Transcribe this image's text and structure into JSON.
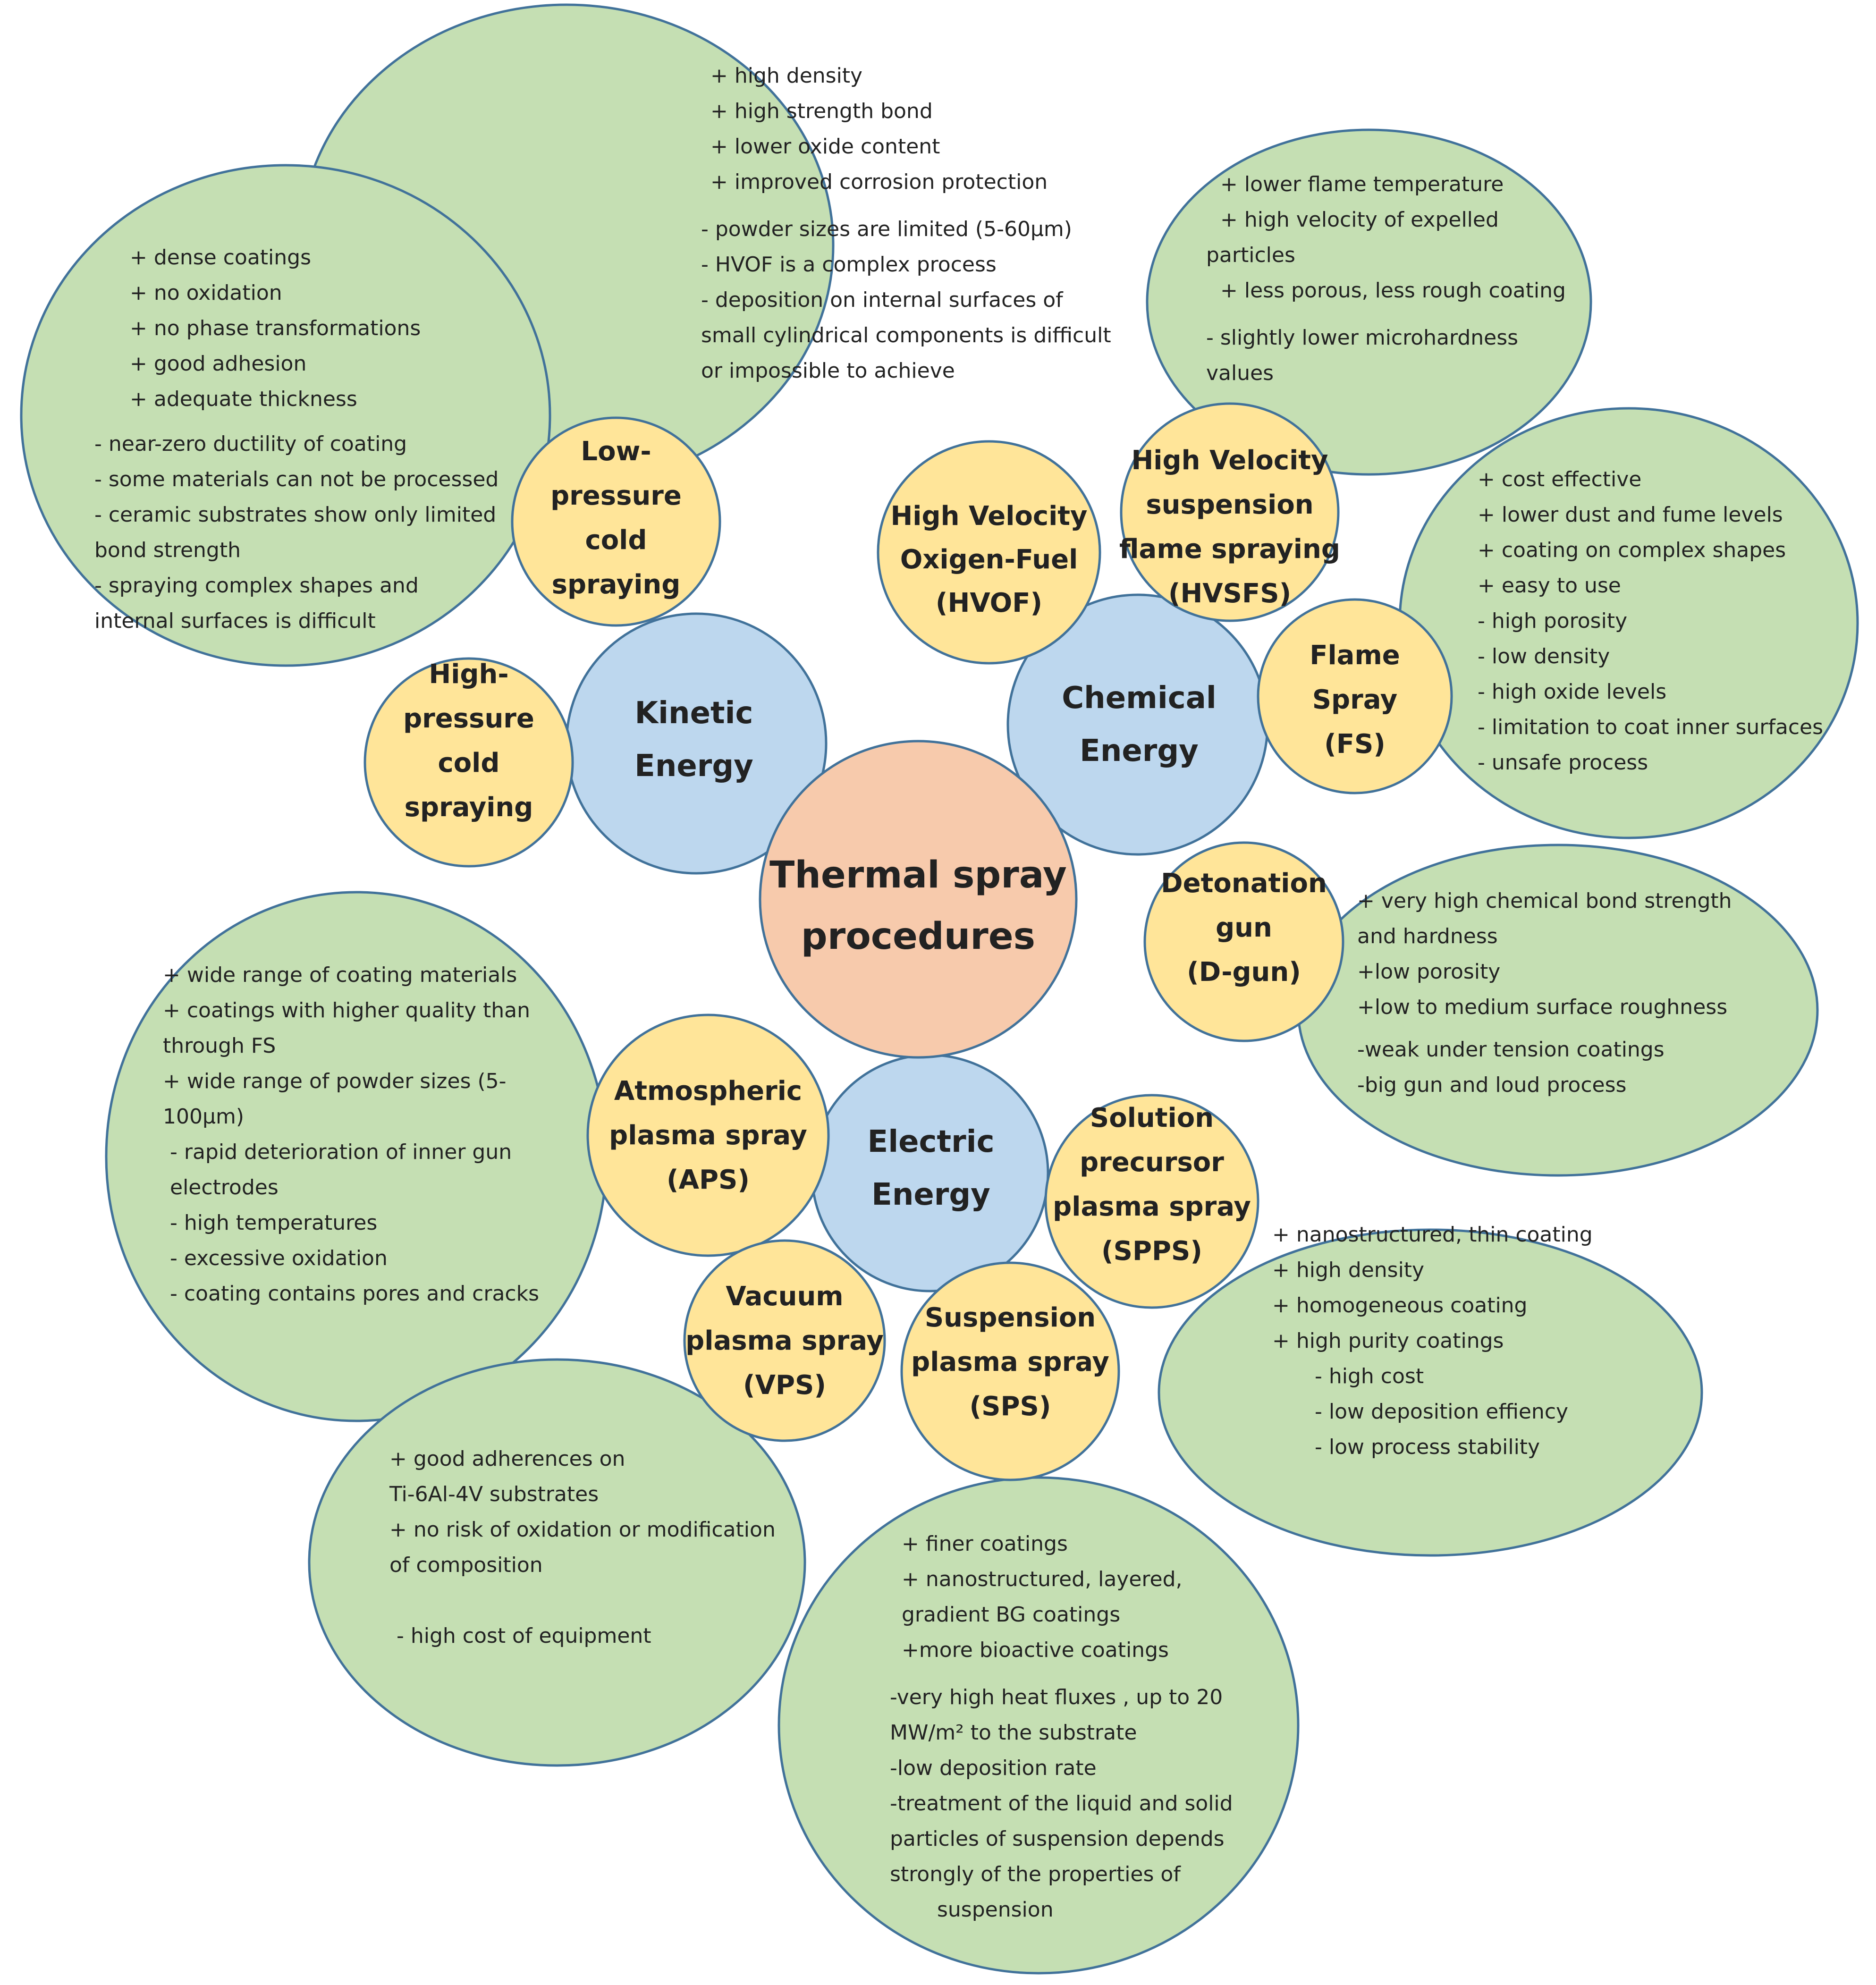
{
  "center": {
    "lines": [
      "Thermal spray",
      "procedures"
    ]
  },
  "energies": {
    "kinetic": {
      "lines": [
        "Kinetic",
        "Energy"
      ]
    },
    "chemical": {
      "lines": [
        "Chemical",
        "Energy"
      ]
    },
    "electric": {
      "lines": [
        "Electric",
        "Energy"
      ]
    }
  },
  "methods": {
    "lpcs": {
      "lines": [
        "Low-",
        "pressure",
        "cold",
        "spraying"
      ]
    },
    "hpcs": {
      "lines": [
        "High-",
        "pressure",
        "cold",
        "spraying"
      ]
    },
    "hvof": {
      "lines": [
        "High Velocity",
        "Oxigen-Fuel",
        "(HVOF)"
      ]
    },
    "hvsfs": {
      "lines": [
        "High Velocity",
        "suspension",
        "flame spraying",
        "(HVSFS)"
      ]
    },
    "fs": {
      "lines": [
        "Flame",
        "Spray",
        "(FS)"
      ]
    },
    "dgun": {
      "lines": [
        "Detonation",
        "gun",
        "(D-gun)"
      ]
    },
    "aps": {
      "lines": [
        "Atmospheric",
        "plasma spray",
        "(APS)"
      ]
    },
    "spps": {
      "lines": [
        "Solution",
        "precursor",
        "plasma spray",
        "(SPPS)"
      ]
    },
    "vps": {
      "lines": [
        "Vacuum",
        "plasma spray",
        "(VPS)"
      ]
    },
    "sps": {
      "lines": [
        "Suspension",
        "plasma spray",
        "(SPS)"
      ]
    }
  },
  "notes": {
    "cold": {
      "lines": [
        "+ dense coatings",
        "+ no oxidation",
        "+ no phase transformations",
        "+ good adhesion",
        "+ adequate thickness",
        "- near-zero ductility of coating",
        "- some materials can not be processed",
        "- ceramic  substrates show only limited",
        "bond strength",
        "- spraying  complex  shapes  and",
        "internal  surfaces  is  difficult"
      ]
    },
    "hvof": {
      "lines": [
        "+ high density",
        "+ high strength bond",
        "+ lower oxide content",
        "+ improved  corrosion protection",
        "- powder sizes are limited (5-60μm)",
        "- HVOF is a complex process",
        "- deposition on internal surfaces of",
        "small cylindrical components is difficult",
        "or impossible to achieve"
      ]
    },
    "hvsfs": {
      "lines": [
        "+ lower flame temperature",
        "+ high velocity of expelled",
        "particles",
        "+ less porous, less rough coating",
        "- slightly lower microhardness",
        "values"
      ]
    },
    "fs": {
      "lines": [
        "+ cost effective",
        "+ lower dust  and fume levels",
        "+ coating on complex shapes",
        "+ easy to use",
        "- high porosity",
        "- low density",
        "- high oxide levels",
        "- limitation to coat inner surfaces",
        "- unsafe process"
      ]
    },
    "dgun": {
      "lines": [
        "+ very high chemical bond strength",
        "and hardness",
        "+low porosity",
        "+low to medium surface roughness",
        "-weak under tension coatings",
        "-big gun and loud process"
      ]
    },
    "aps": {
      "lines": [
        "+ wide range of coating materials",
        "+ coatings with higher quality than",
        "through FS",
        "+ wide range of powder sizes (5-",
        "100μm)",
        "- rapid deterioration of inner gun",
        "electrodes",
        "- high temperatures",
        "- excessive oxidation",
        "- coating contains pores and cracks"
      ]
    },
    "spps": {
      "lines": [
        "+ nanostructured, thin coating",
        "+ high density",
        "+ homogeneous coating",
        "+ high purity coatings",
        "- high cost",
        "- low deposition effiency",
        "- low process stability"
      ]
    },
    "vps": {
      "lines": [
        "+ good adherences on",
        "Ti-6Al-4V substrates",
        "+ no risk of oxidation or modification",
        "of composition",
        "- high cost of equipment"
      ]
    },
    "sps": {
      "lines": [
        "+ finer coatings",
        "+ nanostructured, layered,",
        "gradient BG coatings",
        "+more bioactive coatings",
        "-very high heat fluxes , up to 20",
        "MW/m²  to the substrate",
        "-low deposition rate",
        "-treatment of the liquid and solid",
        "particles of suspension depends",
        "strongly of the properties of",
        "suspension"
      ]
    }
  },
  "colors": {
    "notes_fill": "#c5dfb3",
    "method_fill": "#ffe599",
    "energy_fill": "#bdd7ee",
    "center_fill": "#f7caac",
    "outline": "#41729a"
  }
}
